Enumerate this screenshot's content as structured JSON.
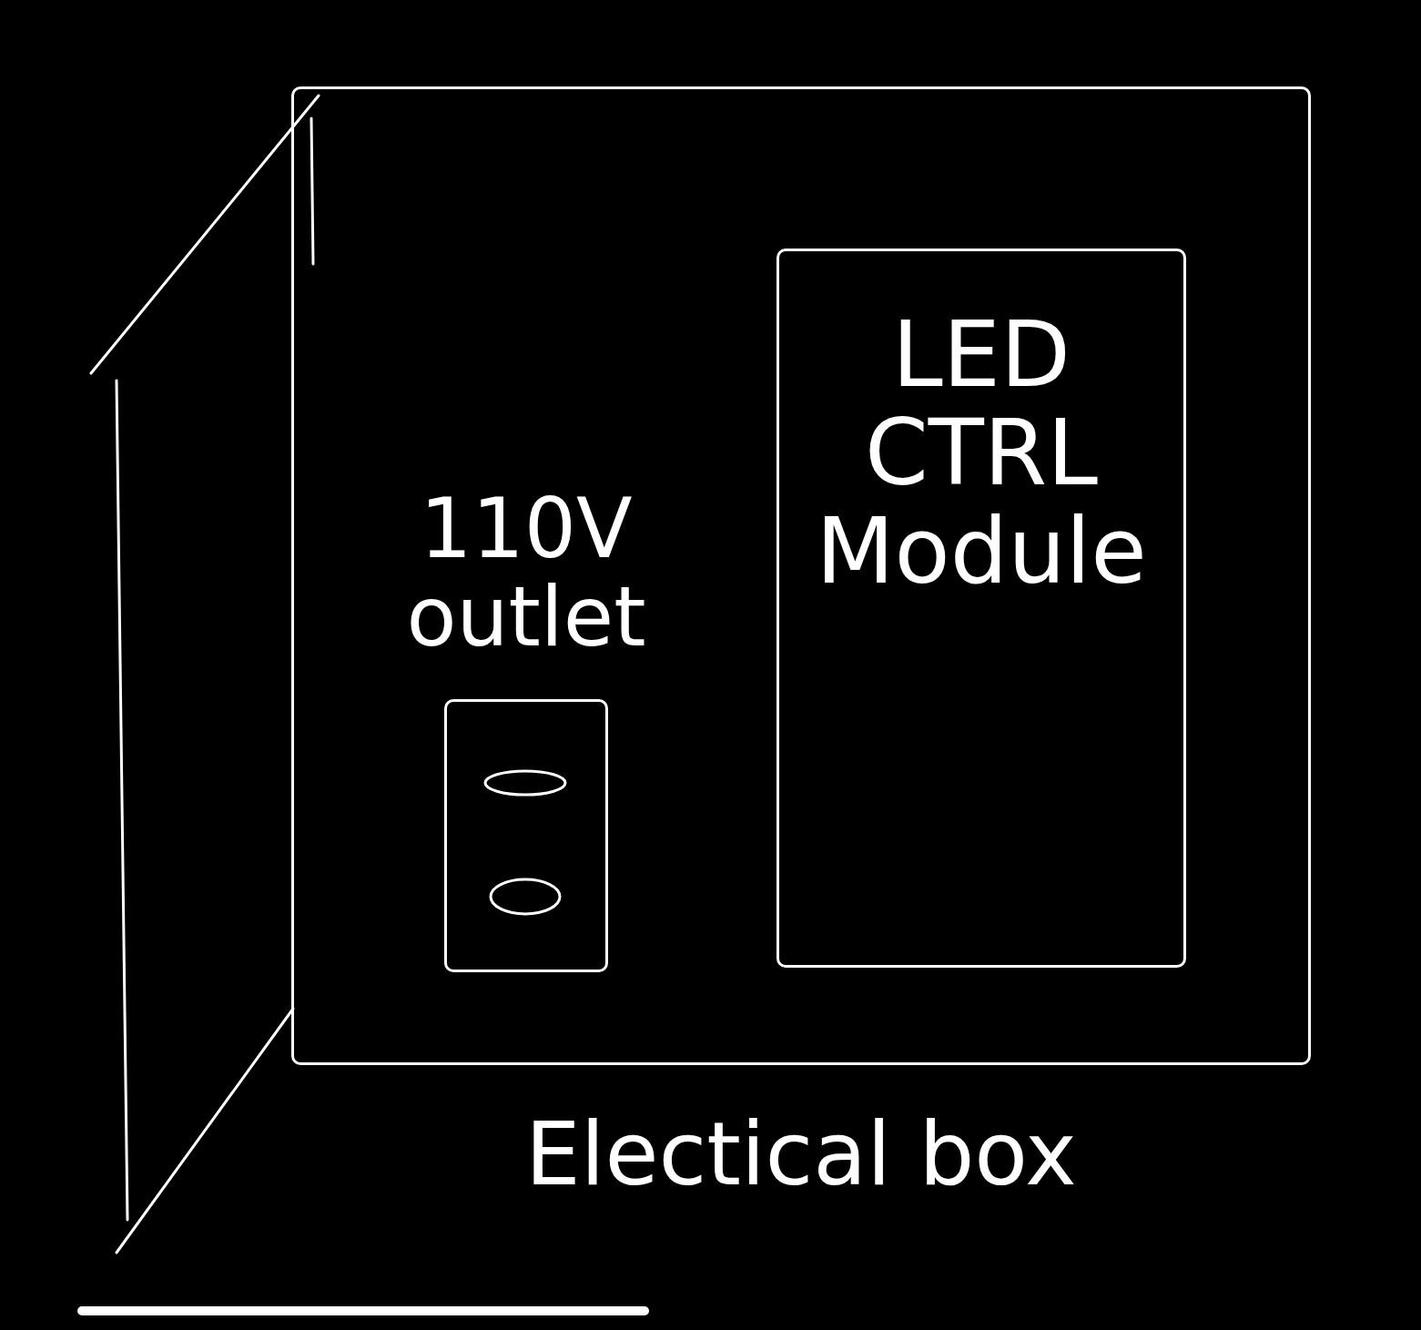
{
  "diagram": {
    "nodes": [
      {
        "text": [
          "Electical box"
        ]
      },
      {
        "text": [
          "110V outlet"
        ],
        "in": 0
      },
      {
        "text": [
          "LED CTRL Module"
        ],
        "in": 0
      }
    ]
  }
}
